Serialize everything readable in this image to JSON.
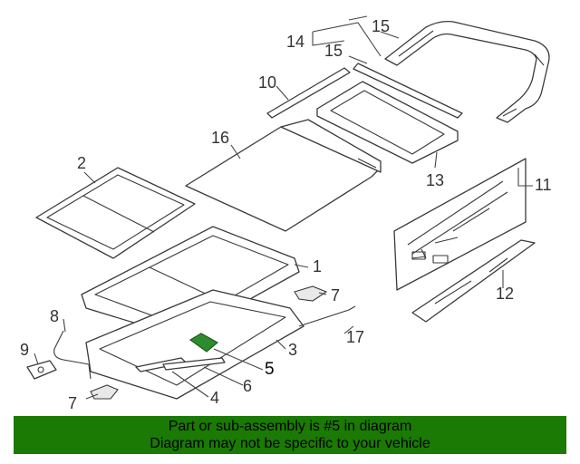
{
  "diagram": {
    "callouts": [
      "1",
      "2",
      "3",
      "4",
      "5",
      "6",
      "7",
      "7",
      "8",
      "9",
      "10",
      "11",
      "12",
      "13",
      "14",
      "15",
      "15",
      "16",
      "17"
    ],
    "highlighted_part": "5",
    "highlight_color": "#2e8b2e"
  },
  "banner": {
    "line1": "Part or sub-assembly is #5 in diagram",
    "line2": "Diagram may not be specific to your vehicle",
    "background": "#1a7a04"
  }
}
